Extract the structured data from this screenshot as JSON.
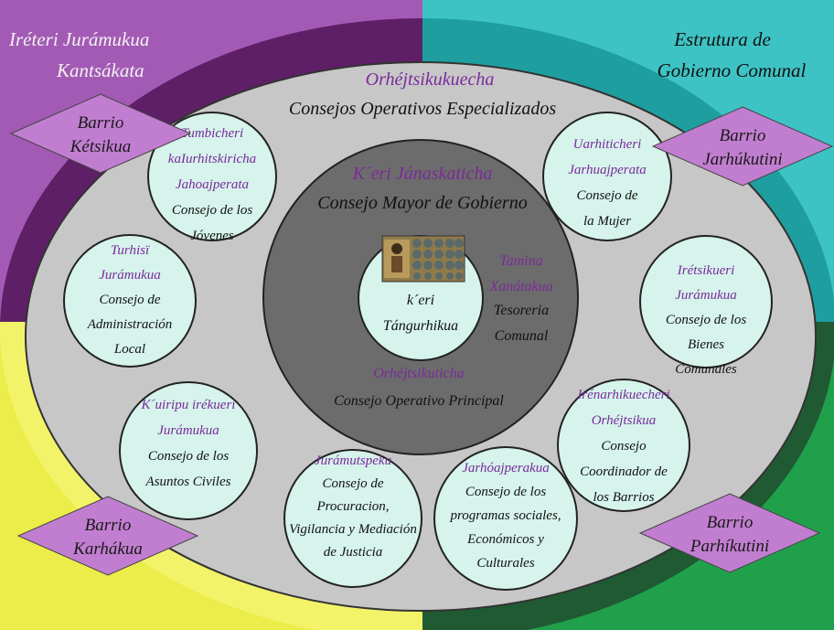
{
  "colors": {
    "quadrant_top_left": "#a35ab5",
    "quadrant_top_right": "#3ec3c5",
    "quadrant_bottom_left": "#ecec4a",
    "quadrant_bottom_right_outer": "#1f5a32",
    "quadrant_bottom_right_inner": "#21a04c",
    "outer_ring_left": "#5e1f66",
    "outer_ring_right": "#1f9ea0",
    "big_ellipse": "#c7c7c7",
    "inner_circle": "#6c6c6c",
    "council_circle": "#d6f3ec",
    "diamond": "#c17ed0",
    "accent_text": "#7a2a9a"
  },
  "corners": {
    "top_left": [
      "Iréteri Jurámukua",
      "Kantsákata"
    ],
    "top_right": [
      "Estrutura de",
      "Gobierno Comunal"
    ]
  },
  "barrios": [
    {
      "lines": [
        "Barrio",
        "Kétsikua"
      ]
    },
    {
      "lines": [
        "Barrio",
        "Jarhúkutini"
      ]
    },
    {
      "lines": [
        "Barrio",
        "Karhákua"
      ]
    },
    {
      "lines": [
        "Barrio",
        "Parhíkutini"
      ]
    }
  ],
  "ring_title": {
    "native": "Orhéjtsikukuecha",
    "spanish": "Consejos Operativos Especializados"
  },
  "center": {
    "native": "K´eri Jánaskaticha",
    "spanish": "Consejo Mayor de Gobierno",
    "core": [
      "k´eri",
      "Tángurhikua"
    ],
    "treasury_native": [
      "Tamina",
      "Xanátakua"
    ],
    "treasury_spanish": [
      "Tesoreria",
      "Comunal"
    ],
    "principal_native": "Orhéjtsikuticha",
    "principal_spanish": "Consejo Operativo Principal"
  },
  "councils": [
    {
      "native": [
        "Tumbicheri",
        "kaIurhitskiricha",
        "Jahoajperata"
      ],
      "spanish": [
        "Consejo de los",
        "Jóvenes"
      ]
    },
    {
      "native": [
        "Uarhiticheri",
        "Jarhuajperata"
      ],
      "spanish": [
        "Consejo de",
        "la Mujer"
      ]
    },
    {
      "native": [
        "Turhisï",
        "Jurámukua"
      ],
      "spanish": [
        "Consejo de",
        "Administración",
        "Local"
      ]
    },
    {
      "native": [
        "Irétsikueri",
        "Jurámukua"
      ],
      "spanish": [
        "Consejo de los",
        "Bienes",
        "Comunales"
      ]
    },
    {
      "native": [
        "K´uiripu irékueri",
        "Jurámukua"
      ],
      "spanish": [
        "Consejo de los",
        "Asuntos Civiles"
      ]
    },
    {
      "native": [
        "Irénarhikuecheri",
        "Orhéjtsikua"
      ],
      "spanish": [
        "Consejo",
        "Coordinador de",
        "los Barrios"
      ]
    },
    {
      "native": [
        "Jurámutspeku"
      ],
      "spanish": [
        "Consejo de",
        "Procuracion,",
        "Vigilancia y Mediación",
        "de Justicia"
      ]
    },
    {
      "native": [
        "Jarhóajperakua"
      ],
      "spanish": [
        "Consejo de los",
        "programas sociales,",
        "Económicos y",
        "Culturales"
      ]
    }
  ]
}
